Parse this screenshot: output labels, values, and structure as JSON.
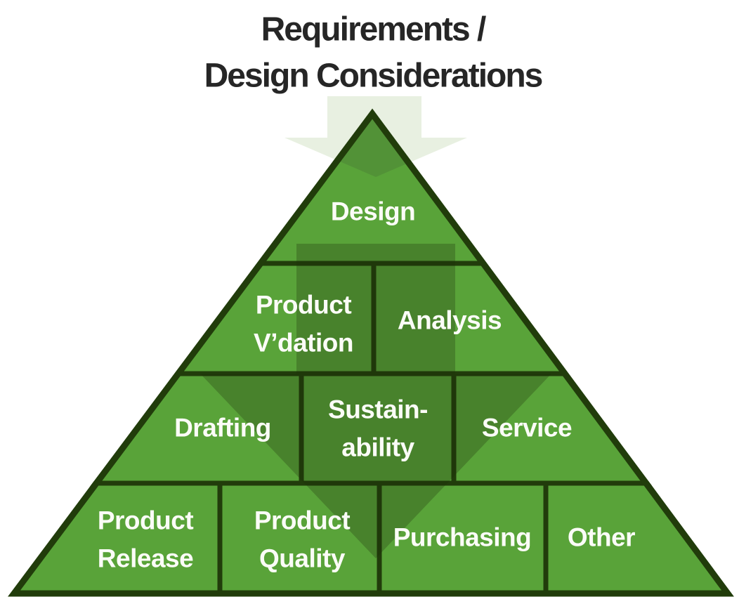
{
  "title": {
    "lines": [
      "Requirements /",
      "Design Considerations"
    ]
  },
  "pyramid": {
    "cells": {
      "design": {
        "lines": [
          "Design"
        ]
      },
      "product_vdation": {
        "lines": [
          "Product",
          "V’dation"
        ]
      },
      "analysis": {
        "lines": [
          "Analysis"
        ]
      },
      "drafting": {
        "lines": [
          "Drafting"
        ]
      },
      "sustainability": {
        "lines": [
          "Sustain-",
          "ability"
        ]
      },
      "service": {
        "lines": [
          "Service"
        ]
      },
      "product_release": {
        "lines": [
          "Product",
          "Release"
        ]
      },
      "product_quality": {
        "lines": [
          "Product",
          "Quality"
        ]
      },
      "purchasing": {
        "lines": [
          "Purchasing"
        ]
      },
      "other": {
        "lines": [
          "Other"
        ]
      }
    }
  },
  "icons": {
    "background_arrow": "down-arrow",
    "overlay_arrow": "down-arrow"
  },
  "colors": {
    "background": "#ffffff",
    "title_text": "#262626",
    "cell_fill": "#59a339",
    "cell_border": "#213c0b",
    "label_text": "#fbfcf7",
    "light_arrow": "#e8f0e1",
    "apex_shade": "rgba(40,46,50,0.14)",
    "dark_arrow_overlay": "rgba(27,48,10,0.28)"
  }
}
